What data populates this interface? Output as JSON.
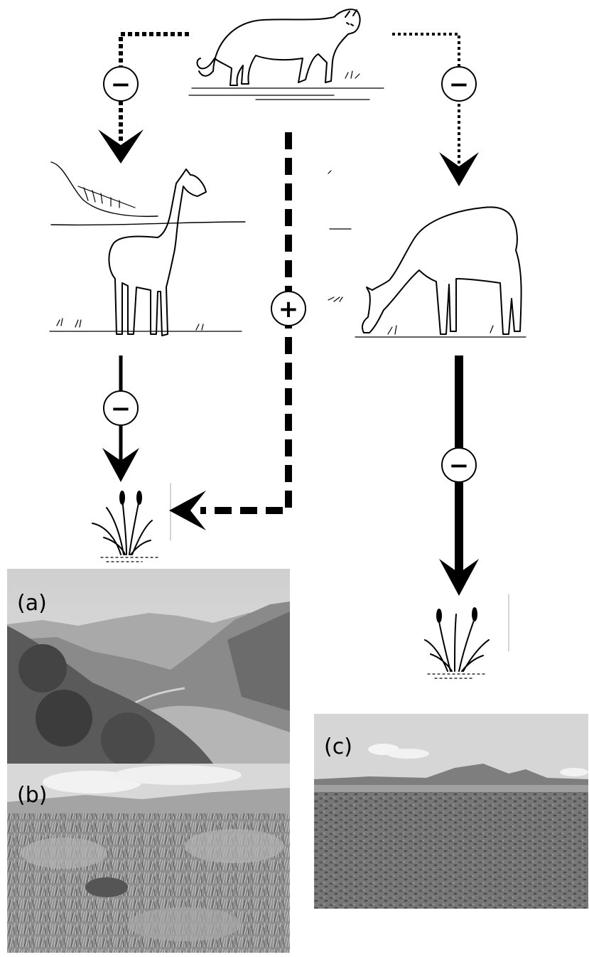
{
  "arrows": [
    {
      "from": "puma",
      "to": "vigilant-vicuna",
      "sign": "−",
      "style": "dotted"
    },
    {
      "from": "puma",
      "to": "grazing-vicuna",
      "sign": "−",
      "style": "dotted"
    },
    {
      "from": "puma",
      "to": "grass-left",
      "sign": "+",
      "style": "dashed"
    },
    {
      "from": "vigilant-vicuna",
      "to": "grass-left",
      "sign": "−",
      "style": "solid"
    },
    {
      "from": "grazing-vicuna",
      "to": "grass-right",
      "sign": "−",
      "style": "solid-thick"
    }
  ],
  "panels": {
    "a": "(a)",
    "b": "(b)",
    "c": "(c)"
  },
  "colors": {
    "ink": "#000000",
    "sky": "#dcdcdc",
    "photo_dark": "#5a5a5a"
  }
}
